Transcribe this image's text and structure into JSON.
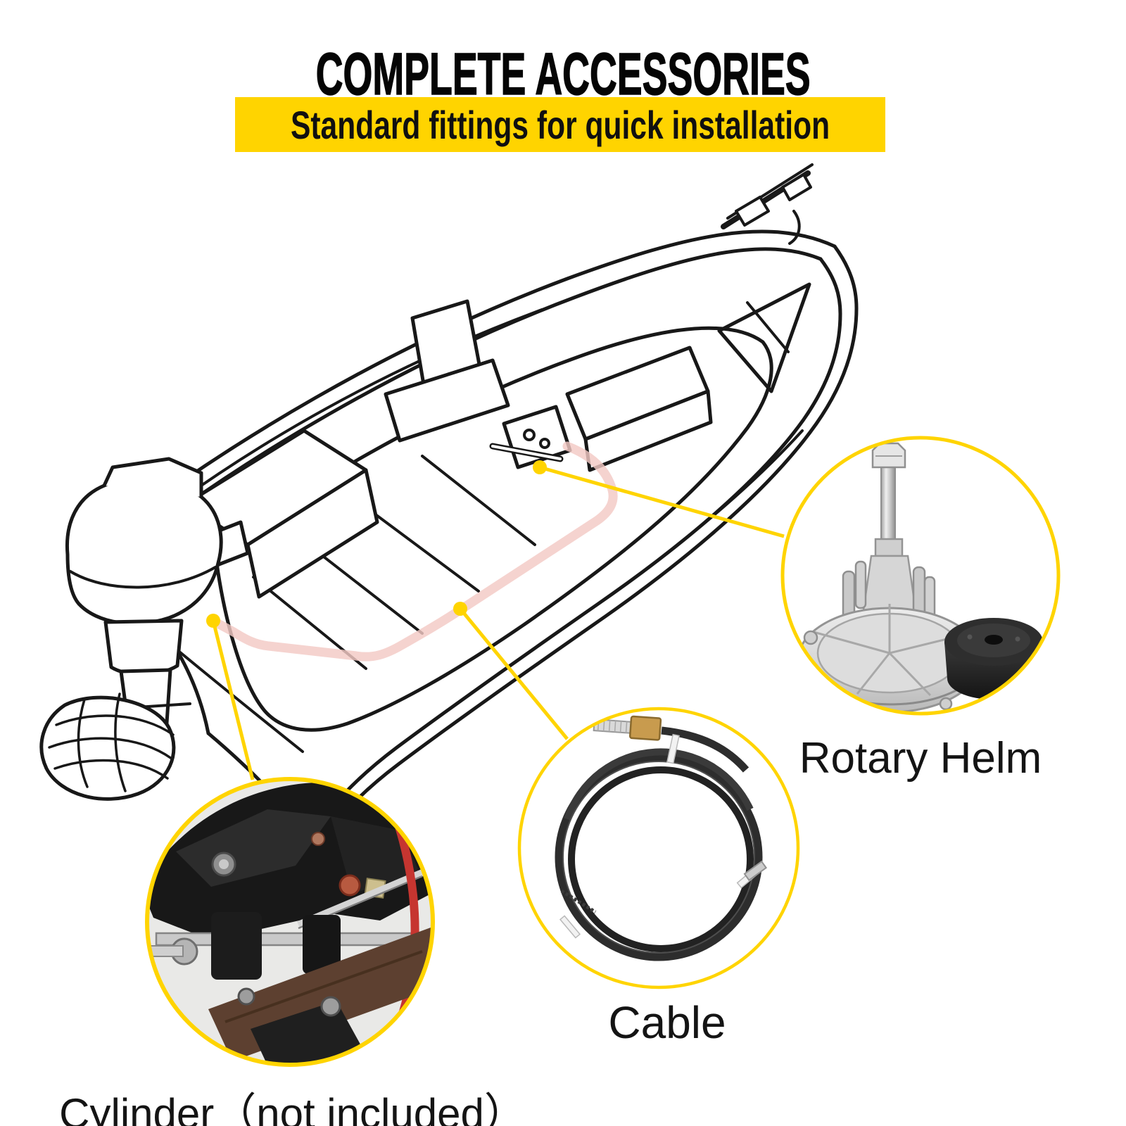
{
  "header": {
    "title": "COMPLETE ACCESSORIES",
    "banner": {
      "text": "Standard fittings for quick installation",
      "background": "#FFD400",
      "text_color": "#101010"
    }
  },
  "diagram": {
    "accent_yellow": "#FFD400",
    "cable_route_pink": "#F3C9C4",
    "line_art_black": "#181818",
    "callouts": [
      {
        "id": "rotary-helm",
        "label": "Rotary Helm"
      },
      {
        "id": "cable",
        "label": "Cable"
      },
      {
        "id": "cylinder",
        "label": "Cylinder（not included）"
      }
    ]
  }
}
